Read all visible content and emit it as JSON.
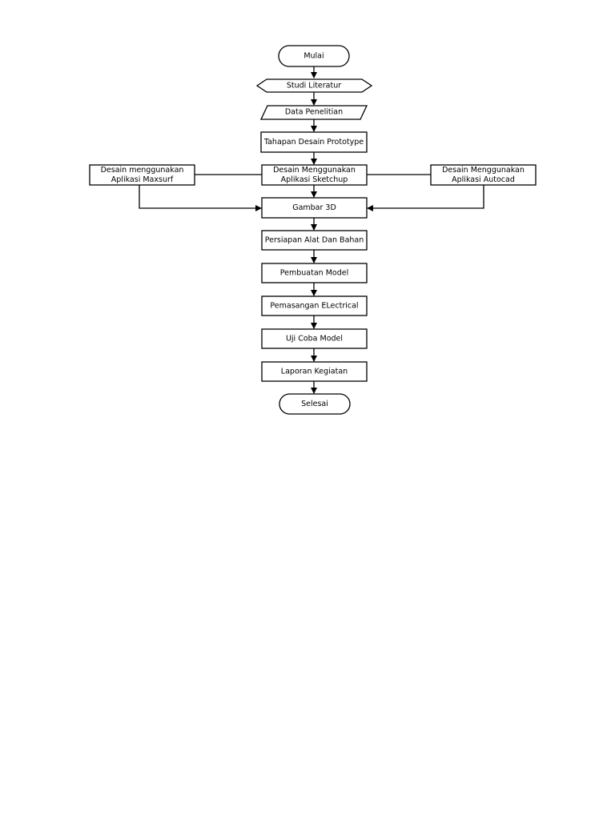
{
  "flowchart": {
    "start": "Mulai",
    "literature_study": "Studi Literatur",
    "research_data": "Data Penelitian",
    "prototype_design_stage": "Tahapan Desain Prototype",
    "design_maxsurf": [
      "Desain menggunakan",
      "Aplikasi Maxsurf"
    ],
    "design_sketchup": [
      "Desain Menggunakan",
      "Aplikasi Sketchup"
    ],
    "design_autocad": [
      "Desain Menggunakan",
      "Aplikasi Autocad"
    ],
    "drawing_3d": "Gambar 3D",
    "tools_materials_prep": "Persiapan Alat Dan Bahan",
    "model_making": "Pembuatan Model",
    "electrical_install": "Pemasangan ELectrical",
    "model_test": "Uji Coba Model",
    "activity_report": "Laporan Kegiatan",
    "end": "Selesai"
  }
}
